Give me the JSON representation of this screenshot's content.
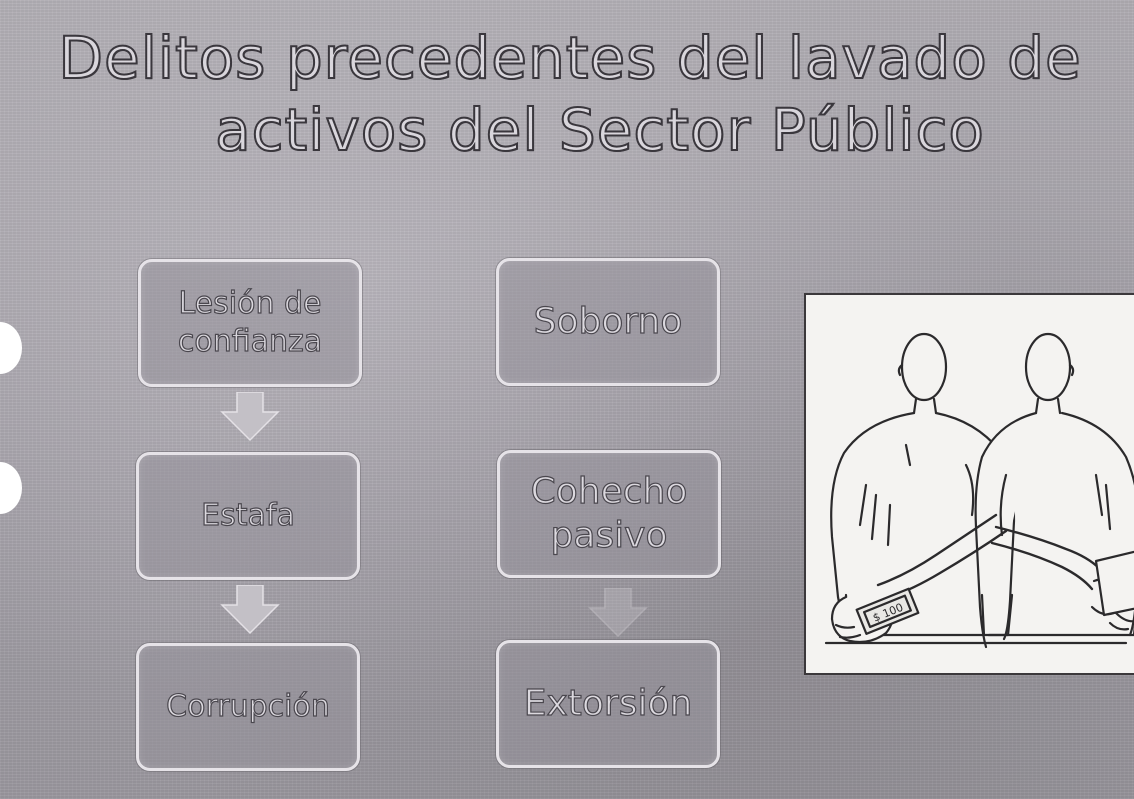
{
  "slide": {
    "title_line1": "Delitos precedentes del lavado de",
    "title_line2": "activos del Sector Público",
    "left_column": [
      "Lesión de\nconfianza",
      "Estafa",
      "Corrupción"
    ],
    "right_column": [
      "Soborno",
      "Cohecho\npasivo",
      "Extorsión"
    ]
  },
  "colors": {
    "background": "#a9a6ac",
    "box_border": "#e6e3e8",
    "text_fill": "#dcd9df"
  },
  "illustration": {
    "icon": "bribery-handoff-illustration"
  }
}
